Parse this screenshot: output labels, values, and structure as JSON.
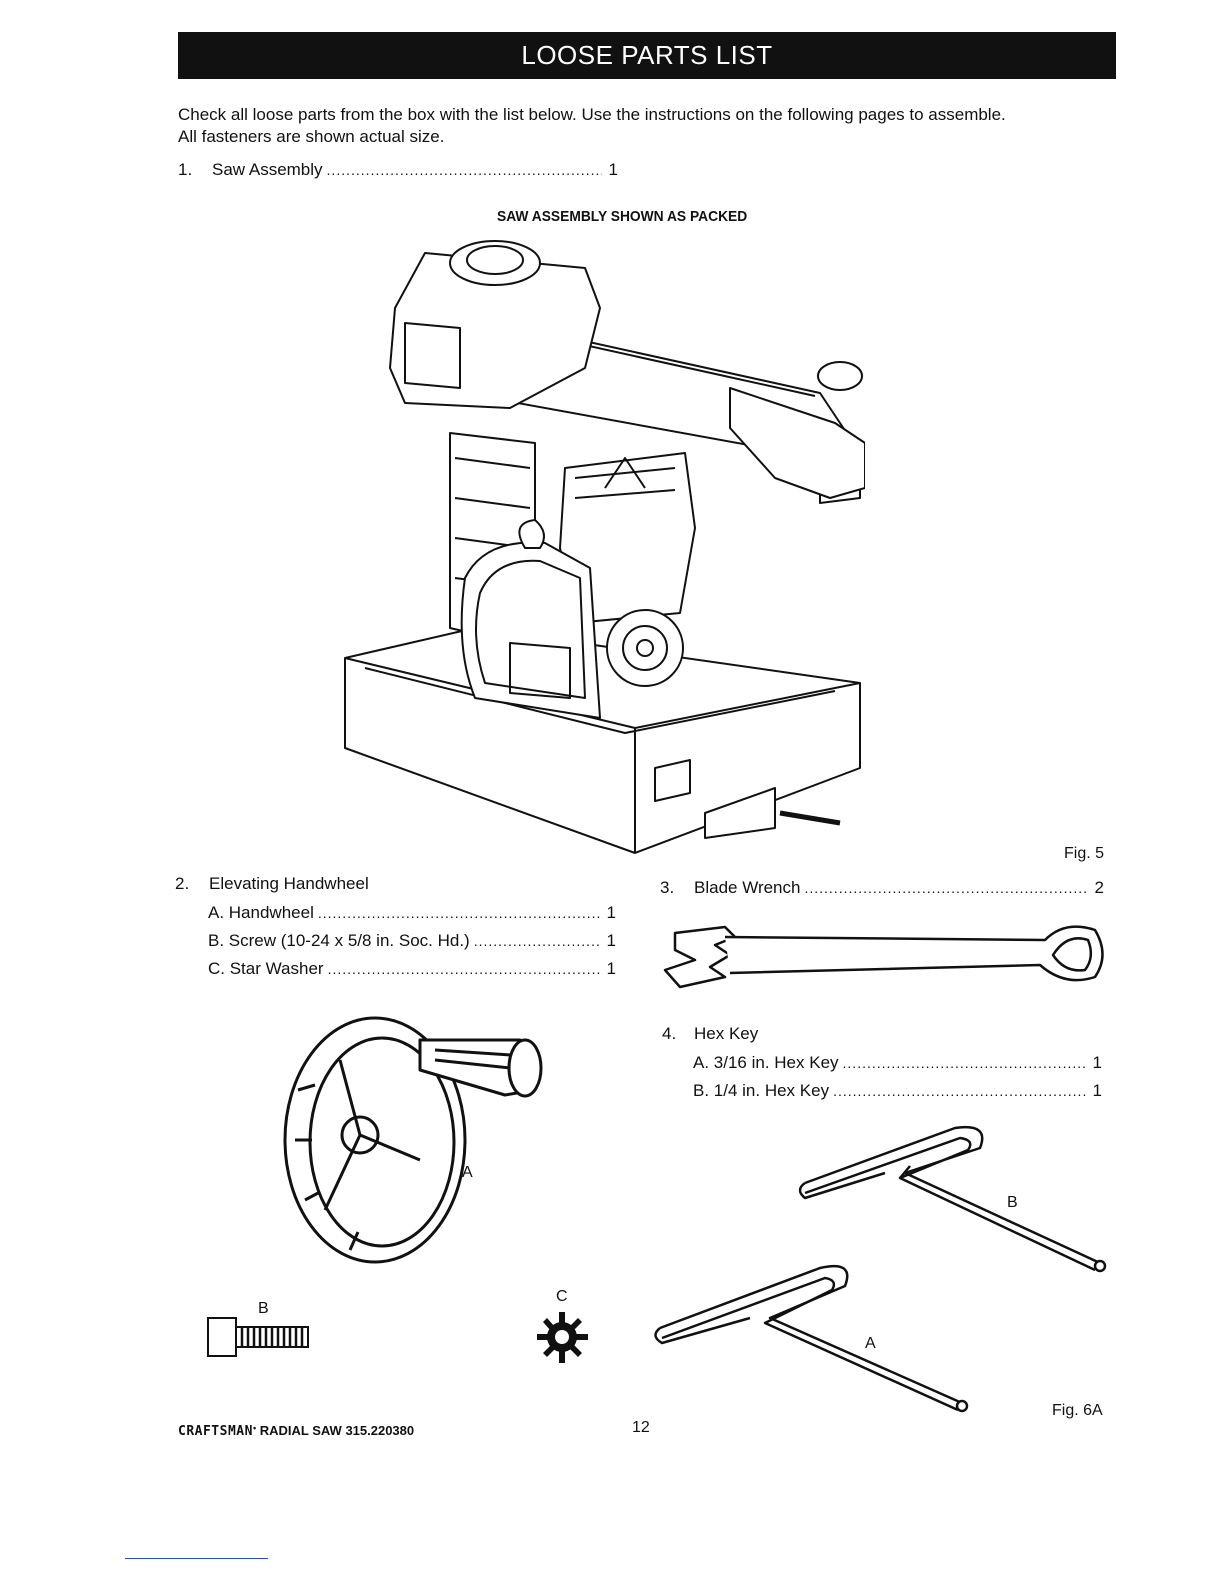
{
  "header": {
    "title": "LOOSE PARTS LIST"
  },
  "intro": {
    "line1": "Check all loose parts from the box with the list below. Use the instructions on the following pages to assemble.",
    "line2": "All fasteners are shown actual size."
  },
  "items": {
    "saw": {
      "num": "1.",
      "label": "Saw Assembly",
      "qty": "1"
    },
    "saw_caption": "SAW ASSEMBLY SHOWN AS PACKED",
    "fig5": "Fig. 5",
    "handwheel": {
      "num": "2.",
      "label": "Elevating Handwheel",
      "parts": [
        {
          "label": "A. Handwheel",
          "qty": "1"
        },
        {
          "label": "B. Screw (10-24 x 5/8 in. Soc. Hd.)",
          "qty": "1"
        },
        {
          "label": "C. Star Washer",
          "qty": "1"
        }
      ]
    },
    "wrench": {
      "num": "3.",
      "label": "Blade Wrench",
      "qty": "2"
    },
    "hexkey": {
      "num": "4.",
      "label": "Hex Key",
      "parts": [
        {
          "label": "A. 3/16 in. Hex Key",
          "qty": "1"
        },
        {
          "label": "B. 1/4 in. Hex Key",
          "qty": "1"
        }
      ]
    },
    "fig6a": "Fig. 6A"
  },
  "callouts": {
    "a": "A",
    "b": "B",
    "c": "C"
  },
  "footer": {
    "brand": "CRAFTSMAN",
    "model": "RADIAL SAW 315.220380",
    "page": "12"
  }
}
